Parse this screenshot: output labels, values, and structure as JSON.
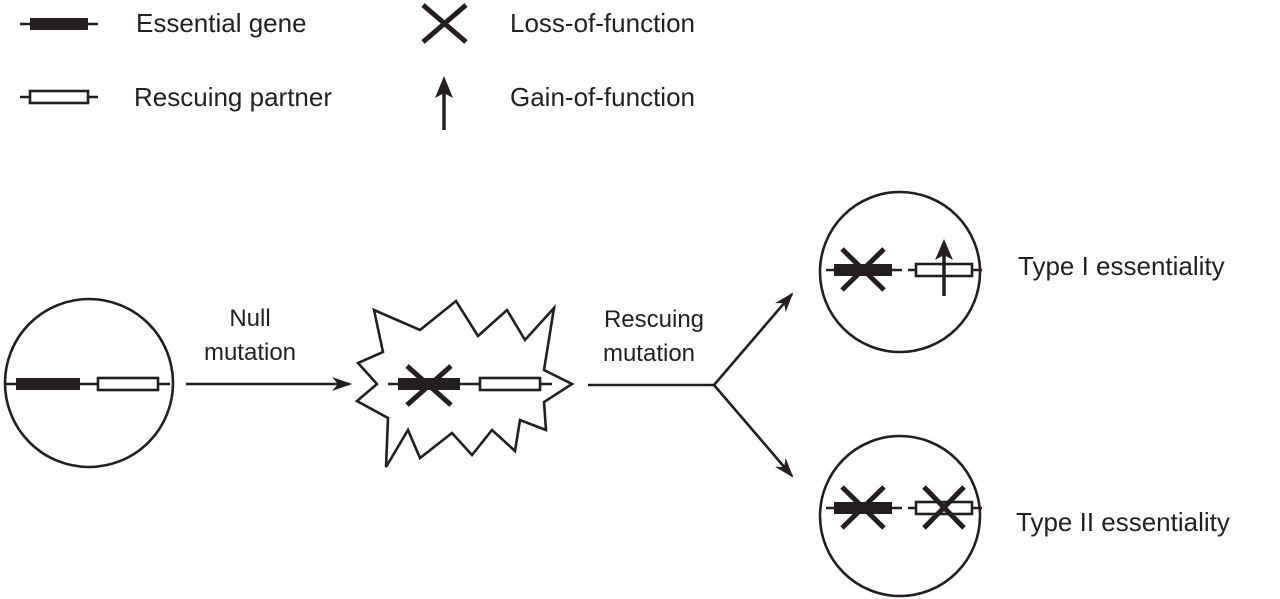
{
  "legend": {
    "essential_gene": "Essential gene",
    "rescuing_partner": "Rescuing partner",
    "loss_of_function": "Loss-of-function",
    "gain_of_function": "Gain-of-function"
  },
  "flow": {
    "null_mutation_line1": "Null",
    "null_mutation_line2": "mutation",
    "rescuing_mutation_line1": "Rescuing",
    "rescuing_mutation_line2": "mutation"
  },
  "outcomes": {
    "type1": "Type I essentiality",
    "type2": "Type II essentiality"
  },
  "colors": {
    "ink": "#231f20",
    "background": "#ffffff"
  }
}
